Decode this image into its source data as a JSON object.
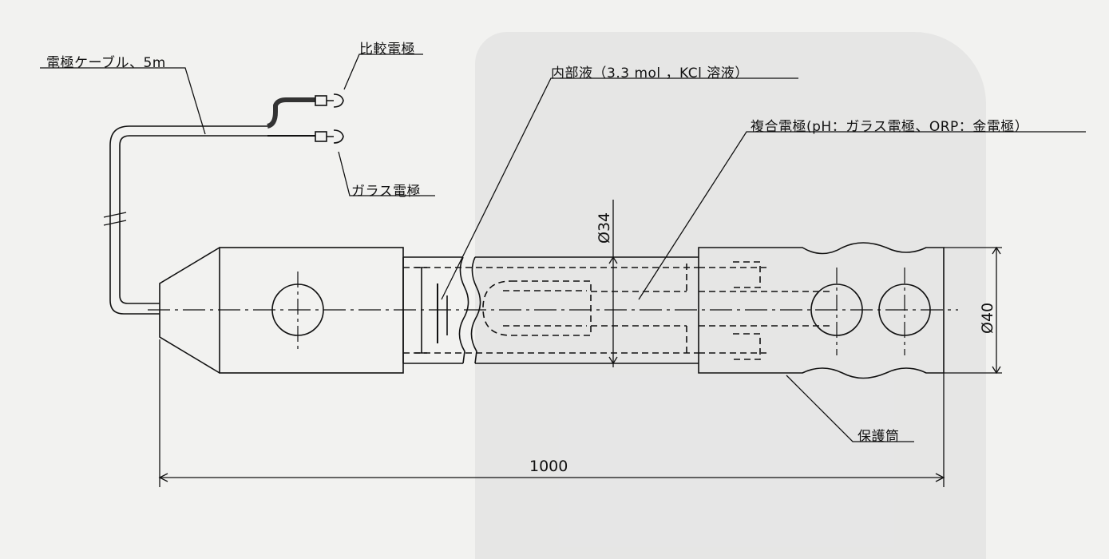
{
  "labels": {
    "cable": "電極ケーブル、5m",
    "reference_electrode": "比較電極",
    "glass_electrode": "ガラス電極",
    "internal_solution": "内部液（3.3 mol ，KCl 溶液）",
    "combined_electrode": "複合電極(pH：ガラス電極、ORP：金電極）",
    "protective_tube": "保護筒"
  },
  "dimensions": {
    "diameter_inner": "Ø34",
    "diameter_outer": "Ø40",
    "length": "1000"
  }
}
